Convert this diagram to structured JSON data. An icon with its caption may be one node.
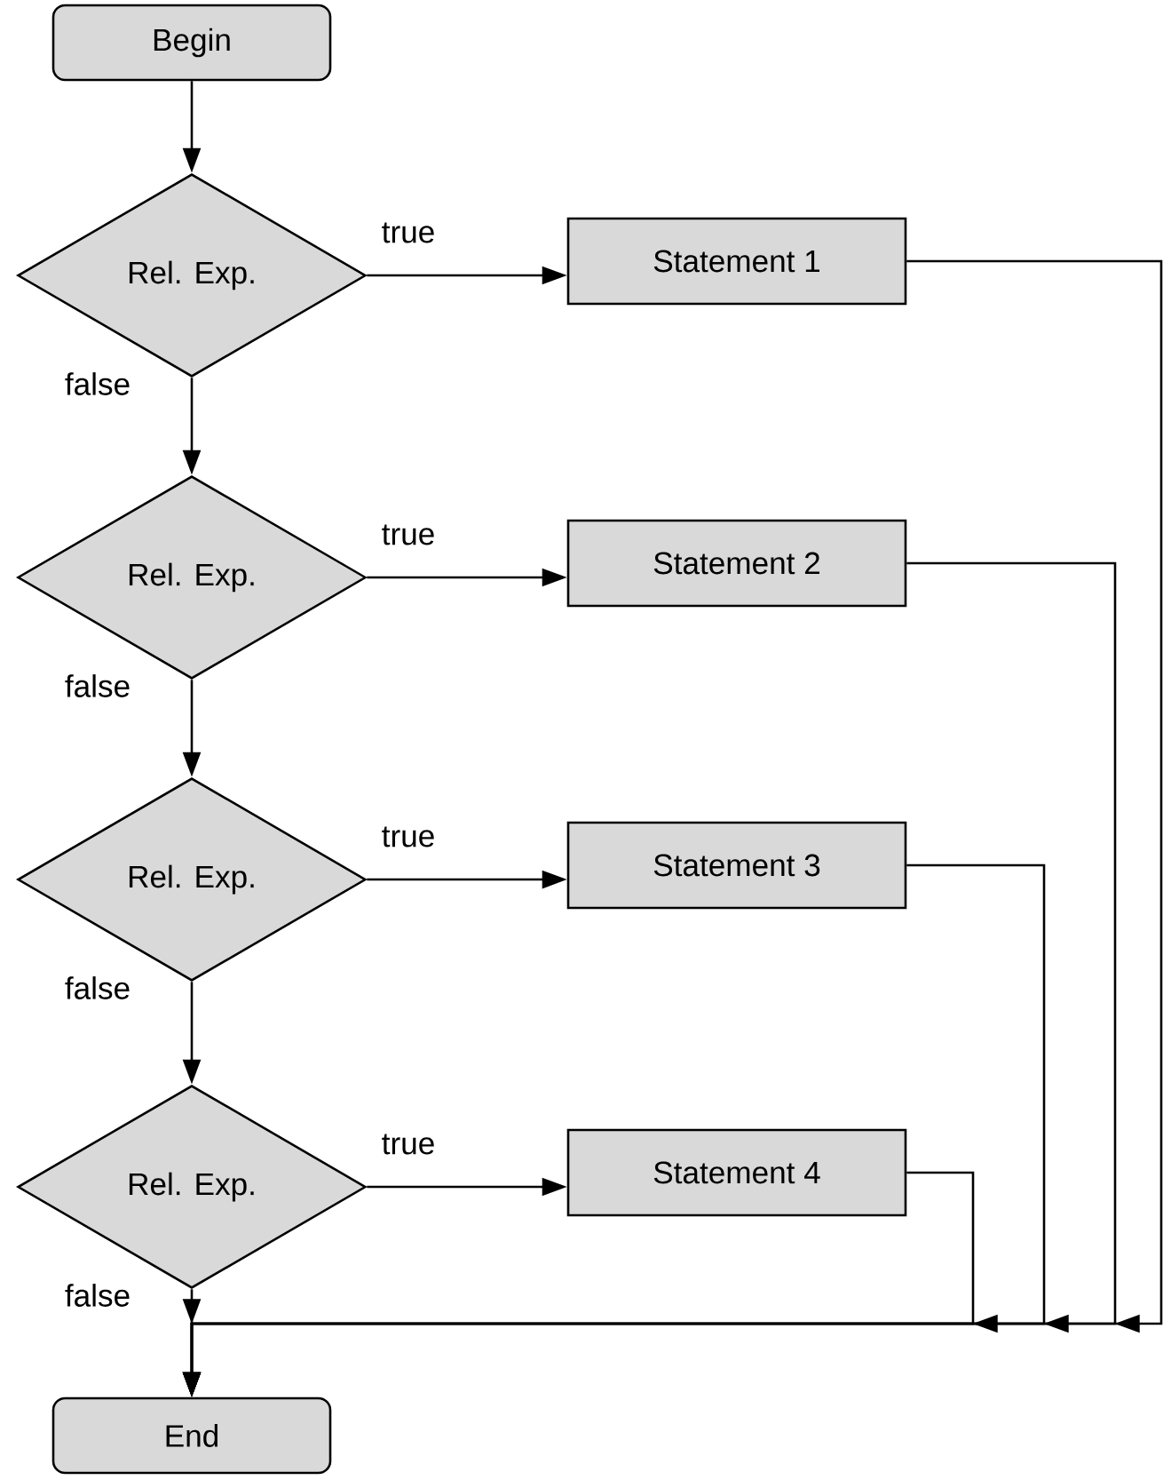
{
  "diagram": {
    "nodes": [
      {
        "text": [
          "Begin"
        ]
      },
      {
        "text": [
          "Rel. Exp."
        ]
      },
      {
        "text": [
          "Rel. Exp."
        ]
      },
      {
        "text": [
          "Rel. Exp."
        ]
      },
      {
        "text": [
          "Rel. Exp."
        ]
      },
      {
        "text": [
          "Statement 1"
        ]
      },
      {
        "text": [
          "Statement 2"
        ]
      },
      {
        "text": [
          "Statement 3"
        ]
      },
      {
        "text": [
          "Statement 4"
        ]
      },
      {
        "text": [
          "End"
        ]
      }
    ],
    "edges": [
      {
        "from": 0,
        "to": 1,
        "arrow": "to"
      },
      {
        "from": 1,
        "to": 5,
        "arrow": "to",
        "label": "true"
      },
      {
        "from": 1,
        "to": 2,
        "arrow": "to",
        "label": "false"
      },
      {
        "from": 2,
        "to": 6,
        "arrow": "to",
        "label": "true"
      },
      {
        "from": 2,
        "to": 3,
        "arrow": "to",
        "label": "false"
      },
      {
        "from": 3,
        "to": 7,
        "arrow": "to",
        "label": "true"
      },
      {
        "from": 3,
        "to": 4,
        "arrow": "to",
        "label": "false"
      },
      {
        "from": 4,
        "to": 8,
        "arrow": "to",
        "label": "true"
      },
      {
        "from": 4,
        "to": 9,
        "arrow": "to",
        "label": "false"
      },
      {
        "from": 5,
        "to": 9,
        "arrow": "to"
      },
      {
        "from": 6,
        "to": 9,
        "arrow": "to"
      },
      {
        "from": 7,
        "to": 9,
        "arrow": "to"
      },
      {
        "from": 8,
        "to": 9,
        "arrow": "to"
      }
    ]
  }
}
